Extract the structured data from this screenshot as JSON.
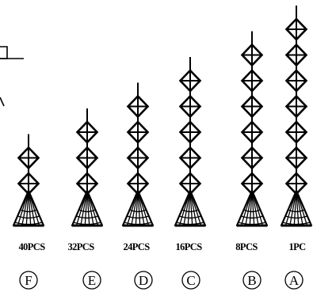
{
  "figure": {
    "items": [
      {
        "qty": "40PCS",
        "letter": "F",
        "diamonds": 2
      },
      {
        "qty": "32PCS",
        "letter": "E",
        "diamonds": 3
      },
      {
        "qty": "24PCS",
        "letter": "D",
        "diamonds": 4
      },
      {
        "qty": "16PCS",
        "letter": "C",
        "diamonds": 5
      },
      {
        "qty": "8PCS",
        "letter": "B",
        "diamonds": 6
      },
      {
        "qty": "1PC",
        "letter": "A",
        "diamonds": 7
      }
    ]
  }
}
